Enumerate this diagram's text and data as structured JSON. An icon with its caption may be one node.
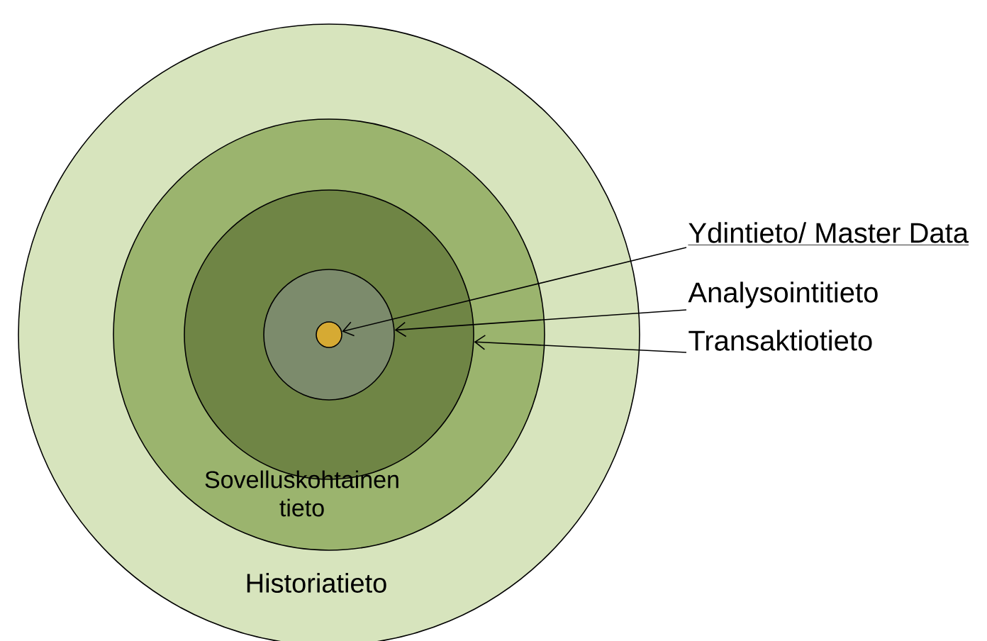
{
  "diagram": {
    "nodes": [
      {
        "text": [
          "Historiatieto"
        ]
      },
      {
        "text": [
          "Sovelluskohtainen tieto"
        ],
        "in": 0
      },
      {
        "text": [],
        "shape": "circle",
        "in": 1
      },
      {
        "text": [],
        "shape": "circle",
        "in": 2
      },
      {
        "text": [],
        "shape": "circle",
        "in": 3
      },
      {
        "text": [
          "Ydintieto/ Master Data"
        ]
      },
      {
        "text": [
          "Analysointitieto"
        ]
      },
      {
        "text": [
          "Transaktiotieto"
        ]
      }
    ],
    "edges": [
      {
        "from": 5,
        "to": 4,
        "arrow": "to"
      },
      {
        "from": 6,
        "to": 3,
        "arrow": "to"
      },
      {
        "from": 7,
        "to": 2,
        "arrow": "to"
      }
    ]
  }
}
